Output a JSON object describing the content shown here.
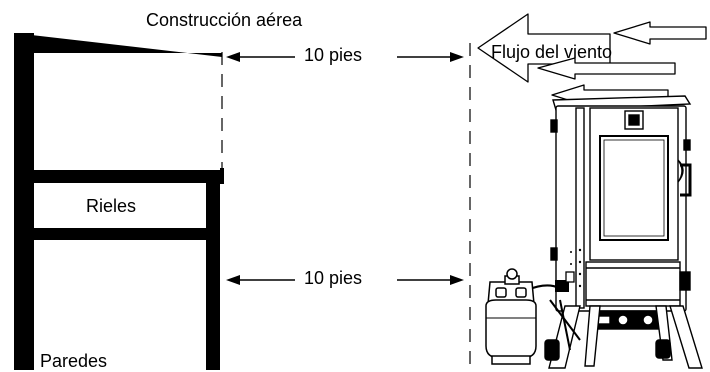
{
  "labels": {
    "overhead": "Construcción aérea",
    "distance_top": "10 pies",
    "distance_bottom": "10 pies",
    "wind": "Flujo del viento",
    "railings": "Rieles",
    "walls": "Paredes"
  },
  "colors": {
    "line": "#000000",
    "background": "#ffffff",
    "tank": "#ffffff"
  }
}
